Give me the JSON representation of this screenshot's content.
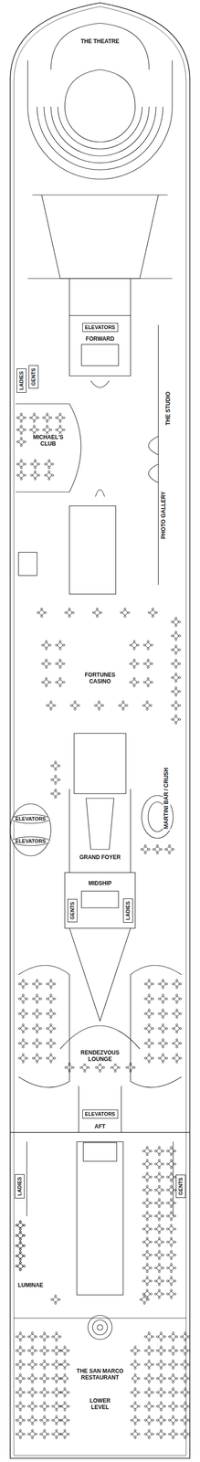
{
  "diagram": {
    "nodes": [
      {
        "text": [
          "ELEVATORS"
        ]
      },
      {
        "text": [
          "LADIES"
        ]
      },
      {
        "text": [
          "GENTS"
        ]
      },
      {
        "text": [
          "ELEVATORS"
        ]
      },
      {
        "text": [
          "ELEVATORS"
        ]
      },
      {
        "text": [
          "GENTS"
        ]
      },
      {
        "text": [
          "LADIES"
        ]
      },
      {
        "text": [
          "ELEVATORS"
        ]
      },
      {
        "text": [
          "LADIES"
        ]
      },
      {
        "text": [
          "GENTS"
        ]
      }
    ],
    "labels": [
      "THE THEATRE",
      "FORWARD",
      "THE STUDIO",
      "MICHAEL'S CLUB",
      "PHOTO GALLERY",
      "FORTUNES CASINO",
      "MARTINI BAR / CRUSH",
      "GRAND FOYER",
      "MIDSHIP",
      "RENDEZVOUS LOUNGE",
      "AFT",
      "LUMINAE",
      "THE SAN MARCO RESTAURANT",
      "LOWER LEVEL"
    ]
  }
}
